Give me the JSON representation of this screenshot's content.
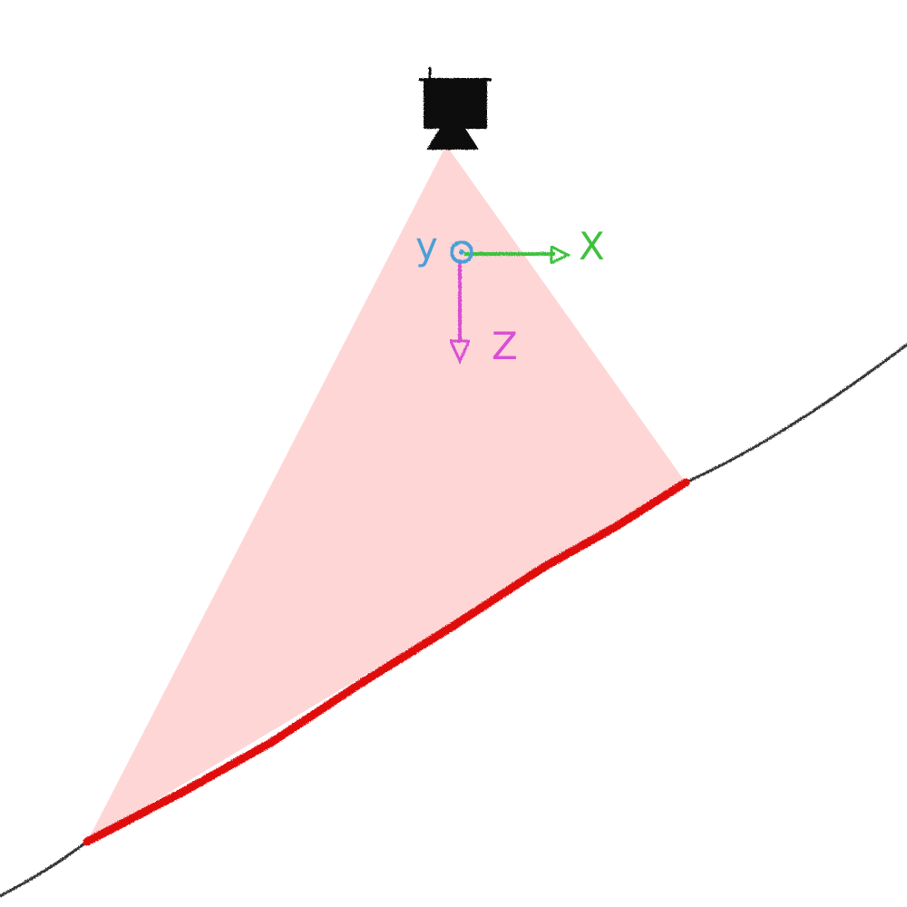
{
  "diagram": {
    "axes": {
      "x": {
        "label": "X",
        "color": "#3ec23e"
      },
      "y": {
        "label": "y",
        "color": "#4a9fd8"
      },
      "z": {
        "label": "Z",
        "color": "#d94fd4"
      }
    },
    "colors": {
      "fov": "#ffd6d6",
      "ground": "#333333",
      "ground_visible": "#e01010",
      "camera": "#111111",
      "image_plane": "#333333"
    },
    "icons": [
      "camera-icon",
      "y-out-of-page-icon"
    ]
  }
}
